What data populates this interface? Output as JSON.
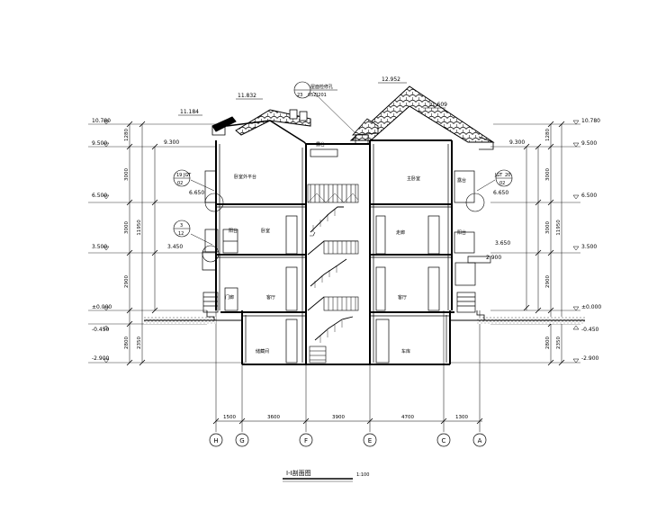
{
  "title": {
    "text": "Ⅰ-Ⅰ剖面图",
    "scale": "1:100"
  },
  "elevations_left": [
    "10.780",
    "9.500",
    "6.500",
    "3.500",
    "±0.000",
    "-0.450",
    "-2.900"
  ],
  "elevations_right": [
    "10.780",
    "9.500",
    "6.500",
    "3.500",
    "±0.000",
    "-0.450",
    "-2.900"
  ],
  "roof_levels": [
    "12.952",
    "11.832",
    "11.609",
    "11.184",
    "9.300",
    "9.300"
  ],
  "floor_marks": [
    "6.650",
    "6.650",
    "3.450",
    "3.650",
    "2.900"
  ],
  "vertical_dims_left": [
    "1280",
    "3000",
    "3000",
    "11950",
    "2900",
    "2350",
    "2800"
  ],
  "vertical_dims_right": [
    "1280",
    "3000",
    "3000",
    "11950",
    "2900",
    "2350",
    "2800"
  ],
  "plan_dims": [
    "1500",
    "3600",
    "3900",
    "4700",
    "1300"
  ],
  "axis_labels": [
    "H",
    "G",
    "F",
    "E",
    "C",
    "A"
  ],
  "detail_tags": [
    {
      "num": "19",
      "ref": "02",
      "note": "JGT"
    },
    {
      "num": "3",
      "ref": "12",
      "note": ""
    },
    {
      "num": "20",
      "ref": "02",
      "note": "JGT"
    },
    {
      "num": "23",
      "ref": "05ZJ201",
      "note": "屋面检修孔"
    }
  ],
  "room_labels": [
    "卧室外平台",
    "主卧室",
    "卧室",
    "走廊",
    "客厅",
    "客厅",
    "门廊",
    "阳台",
    "阳台",
    "储藏间",
    "车库",
    "露台",
    "露台"
  ]
}
